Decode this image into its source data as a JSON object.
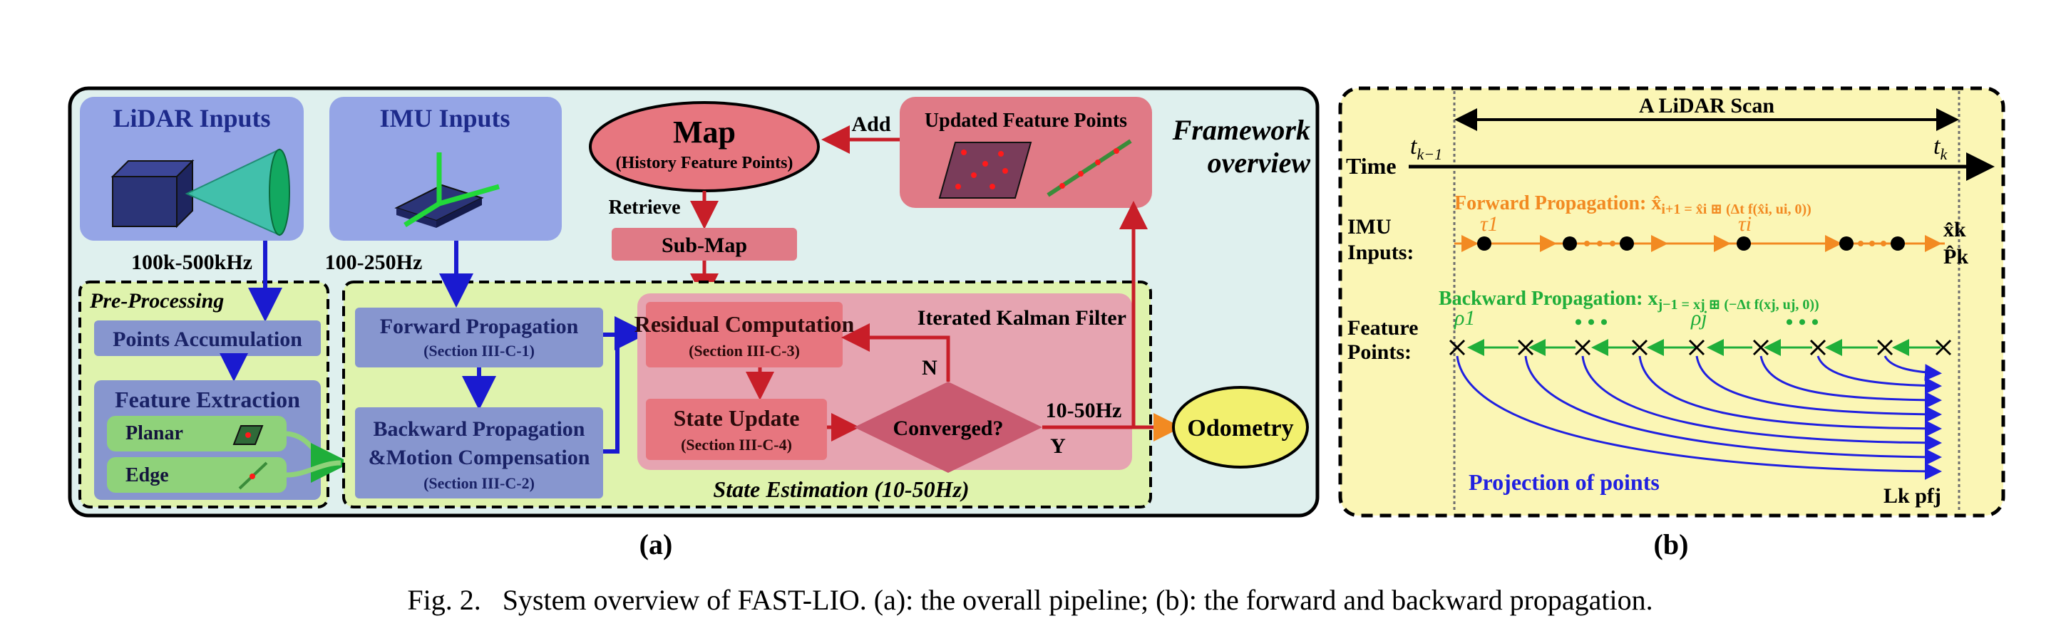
{
  "a": {
    "framework_overview_1": "Framework",
    "framework_overview_2": "overview",
    "lidar_inputs": "LiDAR Inputs",
    "lidar_rate": "100k-500kHz",
    "imu_inputs": "IMU Inputs",
    "imu_rate": "100-250Hz",
    "map_title": "Map",
    "map_subtitle": "(History Feature Points)",
    "add_label": "Add",
    "updated_feature_points": "Updated Feature Points",
    "retrieve_label": "Retrieve",
    "sub_map": "Sub-Map",
    "pre_processing": "Pre-Processing",
    "points_accumulation": "Points Accumulation",
    "feature_extraction": "Feature Extraction",
    "planar": "Planar",
    "edge": "Edge",
    "forward_prop_1": "Forward Propagation",
    "forward_prop_2": "(Section III-C-1)",
    "backward_prop_1": "Backward Propagation",
    "backward_prop_2": "&Motion Compensation",
    "backward_prop_3": "(Section III-C-2)",
    "residual_1": "Residual Computation",
    "residual_2": "(Section III-C-3)",
    "iekf": "Iterated Kalman Filter",
    "state_update_1": "State Update",
    "state_update_2": "(Section III-C-4)",
    "converged": "Converged?",
    "n_label": "N",
    "y_label": "Y",
    "rate_out": "10-50Hz",
    "odometry": "Odometry",
    "state_estimation": "State Estimation (10-50Hz)",
    "label": "(a)"
  },
  "b": {
    "scan_title": "A LiDAR Scan",
    "time": "Time",
    "t_start": "t",
    "t_start_sub": "k−1",
    "t_end": "t",
    "t_end_sub": "k",
    "imu_1": "IMU",
    "imu_2": "Inputs:",
    "fwd_prop": "Forward Propagation: x̂",
    "fwd_prop_eq": "i+1 = x̂i ⊞ (Δt f(x̂i, ui, 0))",
    "tau_1": "τ1",
    "tau_i": "τi",
    "x_k": "x̂k",
    "p_k": "P̂k",
    "bwd_prop": "Backward Propagation: x",
    "bwd_prop_eq": "j−1 = xj ⊞ (−Δt f(xj, uj, 0))",
    "feat_1": "Feature",
    "feat_2": "Points:",
    "rho_1": "ρ1",
    "rho_j": "ρj",
    "dots": "• • •",
    "projection": "Projection of points",
    "lk_p": "Lk pfj",
    "label": "(b)"
  },
  "caption": "Fig. 2.   System overview of FAST-LIO. (a): the overall pipeline; (b): the forward and backward propagation.",
  "colors": {
    "outer_a_bg": "#dff0ee",
    "outer_b_bg": "#fbf6b5",
    "input_box": "#95a5e6",
    "pre_bg": "#dff3ad",
    "blue_box": "#8796cf",
    "green_box": "#8fd27a",
    "red_box": "#e7767f",
    "pink_box": "#e6a4b1",
    "blue_arrow": "#1a1ad0",
    "red_arrow": "#c81e28",
    "orange": "#f28a22",
    "green_text": "#1fae3a",
    "odometry": "#f2f06e"
  }
}
